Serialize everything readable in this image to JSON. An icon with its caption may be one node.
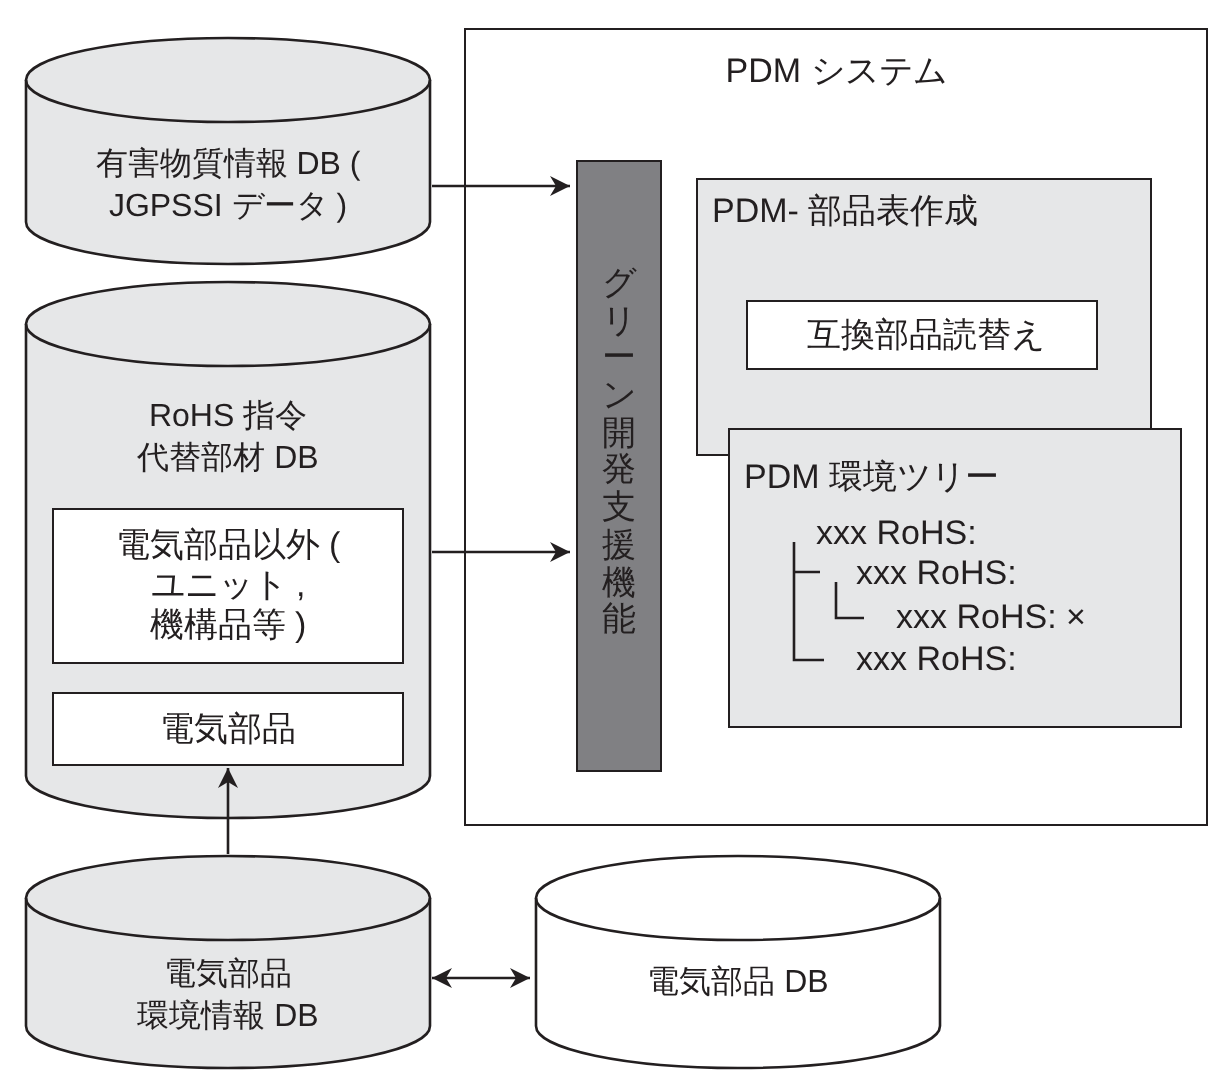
{
  "diagram": {
    "nodes": [
      {
        "text": [
          "PDM システム"
        ]
      },
      {
        "text": [
          "有害物質情報 DB ( JGPSSI データ )"
        ]
      },
      {
        "text": [
          "RoHS 指令代替部材 DB"
        ]
      },
      {
        "text": [
          "電気部品以外 ( ユニット , 機構品等 )"
        ],
        "in": 2
      },
      {
        "text": [
          "電気部品"
        ],
        "in": 2
      },
      {
        "text": [
          "グリーン開発支援機能"
        ],
        "in": 0
      },
      {
        "text": [
          "PDM- 部品表作成"
        ],
        "in": 0
      },
      {
        "text": [
          "互換部品読替え"
        ],
        "in": 6
      },
      {
        "text": [
          "PDM 環境ツリー",
          "xxx RoHS:",
          "xxx RoHS:",
          "xxx RoHS: ×",
          "xxx RoHS:"
        ],
        "in": 0
      },
      {
        "text": [
          "電気部品環境情報 DB"
        ]
      },
      {
        "text": [
          "電気部品 DB"
        ]
      }
    ],
    "edges": [
      {
        "from": 1,
        "to": 5,
        "arrow": "to"
      },
      {
        "from": 2,
        "to": 5,
        "arrow": "to"
      },
      {
        "from": 9,
        "to": 4,
        "arrow": "to"
      },
      {
        "from": 9,
        "to": 10,
        "arrow": "both"
      }
    ]
  }
}
